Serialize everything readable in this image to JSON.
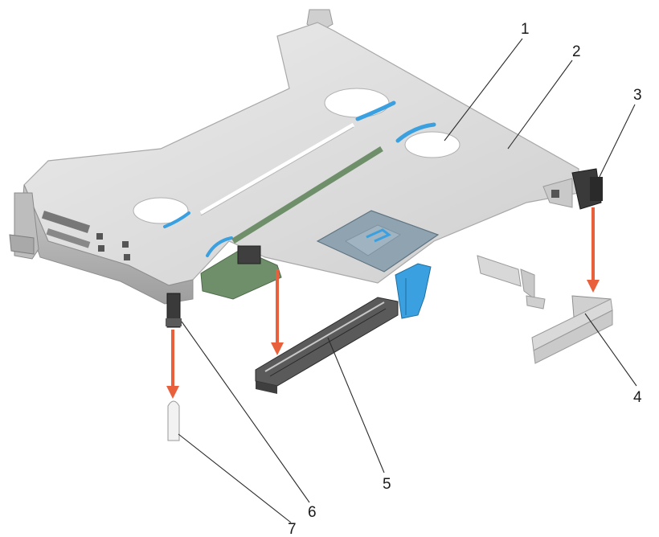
{
  "diagram": {
    "colors": {
      "tray": "#dcdcdc",
      "tray_edge": "#b9b9b9",
      "pcb": "#6f8f6a",
      "latch_blue": "#3aa0e0",
      "arrow": "#e8603c",
      "dark_part": "#3a3a3a",
      "connector": "#5a5a5a"
    },
    "callouts": [
      {
        "id": "1",
        "label": "1"
      },
      {
        "id": "2",
        "label": "2"
      },
      {
        "id": "3",
        "label": "3"
      },
      {
        "id": "4",
        "label": "4"
      },
      {
        "id": "5",
        "label": "5"
      },
      {
        "id": "6",
        "label": "6"
      },
      {
        "id": "7",
        "label": "7"
      }
    ],
    "icons": [
      "riser-card-icon",
      "expansion-slot-icon",
      "guide-pin-icon",
      "release-latch-icon"
    ]
  }
}
